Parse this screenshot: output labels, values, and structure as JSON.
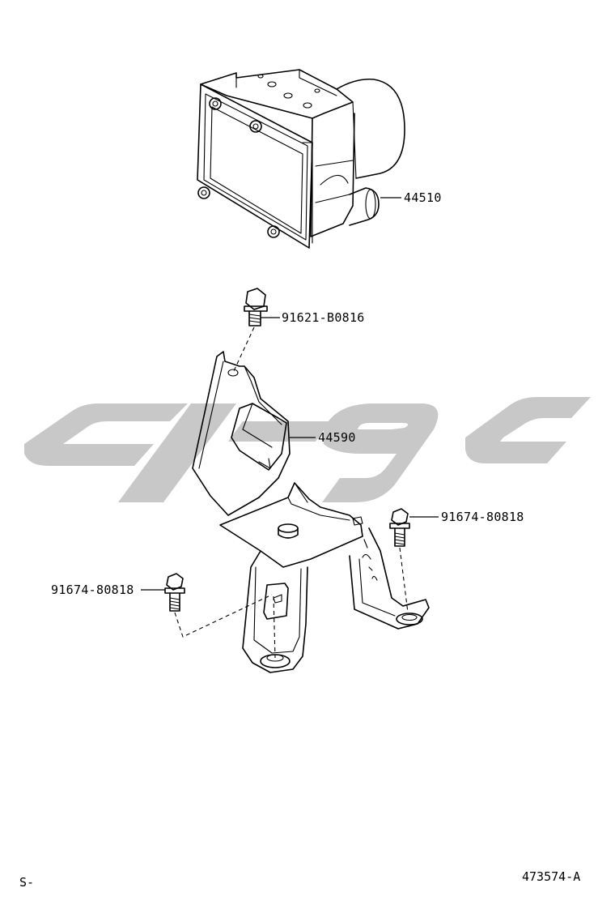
{
  "parts": {
    "abs_actuator": "44510",
    "bracket": "44590",
    "bolt_top": "91621-B0816",
    "bolt_right": "91674-80818",
    "bolt_left": "91674-80818"
  },
  "footer": {
    "left_code": "S-",
    "ref_number": "473574-A"
  },
  "watermark": {
    "color": "#c8c8c8"
  }
}
